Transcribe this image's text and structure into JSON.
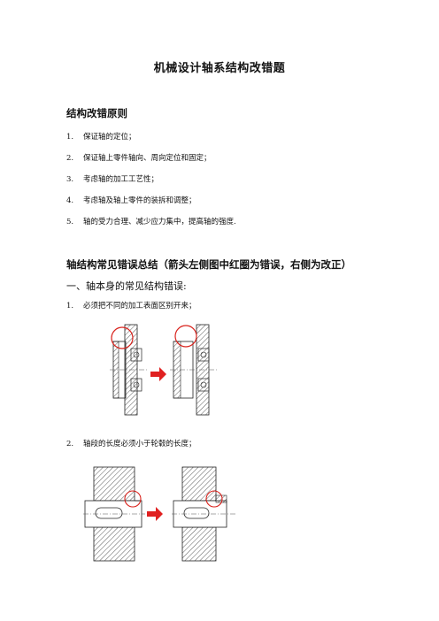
{
  "doc": {
    "title": "机械设计轴系结构改错题",
    "section1": {
      "heading": "结构改错原则",
      "items": [
        {
          "num": "1.",
          "text": "保证轴的定位；"
        },
        {
          "num": "2.",
          "text": "保证轴上零件轴向、周向定位和固定；"
        },
        {
          "num": "3.",
          "text": "考虑轴的加工工艺性；"
        },
        {
          "num": "4.",
          "text": "考虑轴及轴上零件的装拆和调整；"
        },
        {
          "num": "5.",
          "text": "轴的受力合理、减少应力集中，提高轴的强度."
        }
      ]
    },
    "section2": {
      "heading": "轴结构常见错误总结（箭头左侧图中红圈为错误，右侧为改正）",
      "subheading": "一、轴本身的常见结构错误:",
      "items": [
        {
          "num": "1.",
          "text": "必须把不同的加工表面区别开来；"
        },
        {
          "num": "2.",
          "text": "轴段的长度必须小于轮毂的长度；"
        }
      ]
    },
    "colors": {
      "error_circle": "#d9221c",
      "arrow": "#e02020",
      "hatch": "#333333"
    },
    "icons": {
      "arrow": "right-arrow-icon",
      "circle": "error-circle-icon"
    }
  }
}
